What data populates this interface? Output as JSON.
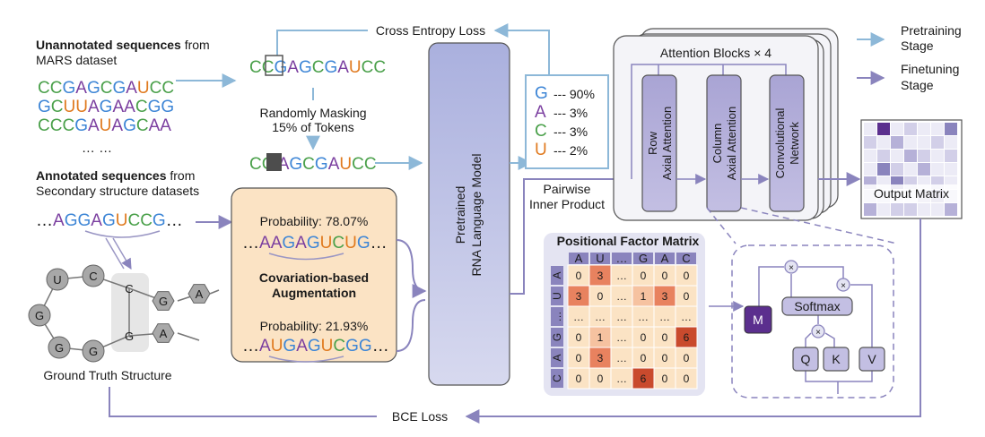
{
  "top": {
    "cross_entropy": "Cross Entropy Loss",
    "bce": "BCE Loss"
  },
  "legend": {
    "pretraining_1": "Pretraining",
    "pretraining_2": "Stage",
    "finetuning_1": "Finetuning",
    "finetuning_2": "Stage"
  },
  "unannotated": {
    "bold": "Unannotated sequences",
    "rest": " from",
    "line2": "MARS dataset",
    "seqs": [
      "CCGAGCGAUCC",
      "GCUUAGAACGG",
      "CCCGAUAGCAA"
    ],
    "ellipsis": "… …"
  },
  "masking": {
    "seq_top": "CCGAGCGAUCC",
    "label1": "Randomly Masking",
    "label2": "15% of Tokens",
    "seq_masked": "CC AGCGAUCC"
  },
  "annotated": {
    "bold": "Annotated sequences",
    "rest": " from",
    "line2": "Secondary structure datasets",
    "seq": "…AGGAGUCCG…"
  },
  "structure": {
    "caption": "Ground Truth Structure",
    "nodes": [
      "U",
      "C",
      "G",
      "C",
      "G",
      "G",
      "A",
      "G",
      "G",
      "A"
    ]
  },
  "augment": {
    "prob1": "Probability: 78.07%",
    "seq1": "…AAGAGUCUG…",
    "title1": "Covariation-based",
    "title2": "Augmentation",
    "prob2": "Probability: 21.93%",
    "seq2": "…AUGAGUCGG…"
  },
  "lm": {
    "line1": "Pretrained",
    "line2": "RNA Language Model"
  },
  "probs": [
    {
      "base": "G",
      "value": "--- 90%"
    },
    {
      "base": "A",
      "value": "--- 3%"
    },
    {
      "base": "C",
      "value": "--- 3%"
    },
    {
      "base": "U",
      "value": "--- 2%"
    }
  ],
  "pairwise": {
    "line1": "Pairwise",
    "line2": "Inner Product"
  },
  "attention": {
    "title": "Attention Blocks × 4",
    "row1": "Row",
    "row2": "Axial Attention",
    "col1": "Column",
    "col2": "Axial Attention",
    "conv1": "Convolutional",
    "conv2": "Network"
  },
  "output": {
    "label": "Output Matrix",
    "matrix": [
      [
        0.0,
        0.9,
        0.1,
        0.2,
        0.1,
        0.1,
        0.5
      ],
      [
        0.2,
        0.1,
        0.3,
        0.1,
        0.1,
        0.2,
        0.1
      ],
      [
        0.1,
        0.2,
        0.0,
        0.3,
        0.2,
        0.1,
        0.2
      ],
      [
        0.1,
        0.5,
        0.2,
        0.1,
        0.4,
        0.1,
        0.1
      ],
      [
        0.3,
        0.1,
        0.5,
        0.2,
        0.1,
        0.2,
        0.1
      ],
      [
        0.2,
        0.2,
        0.1,
        0.1,
        0.3,
        0.6,
        0.2
      ],
      [
        0.4,
        0.1,
        0.2,
        0.2,
        0.1,
        0.1,
        0.3
      ]
    ]
  },
  "pfm": {
    "title": "Positional Factor Matrix",
    "col_headers": [
      "A",
      "U",
      "…",
      "G",
      "A",
      "C"
    ],
    "row_headers": [
      "A",
      "U",
      "…",
      "G",
      "A",
      "C"
    ],
    "cells": [
      [
        "0",
        "3",
        "…",
        "0",
        "0",
        "0"
      ],
      [
        "3",
        "0",
        "…",
        "1",
        "3",
        "0"
      ],
      [
        "…",
        "…",
        "…",
        "…",
        "…",
        "…"
      ],
      [
        "0",
        "1",
        "…",
        "0",
        "0",
        "6"
      ],
      [
        "0",
        "3",
        "…",
        "0",
        "0",
        "0"
      ],
      [
        "0",
        "0",
        "…",
        "6",
        "0",
        "0"
      ]
    ]
  },
  "attn_detail": {
    "m": "M",
    "softmax": "Softmax",
    "q": "Q",
    "k": "K",
    "v": "V",
    "times": "×"
  },
  "colors": {
    "blue_arrow": "#8db8d8",
    "purple_arrow": "#8a84bd",
    "lm_fill": "#c9cbe8",
    "augment_fill": "#fbe3c4",
    "pfm_bg": "#e4e4f2",
    "box_fill": "#b6b1d8",
    "m_fill": "#5b2f8e"
  }
}
